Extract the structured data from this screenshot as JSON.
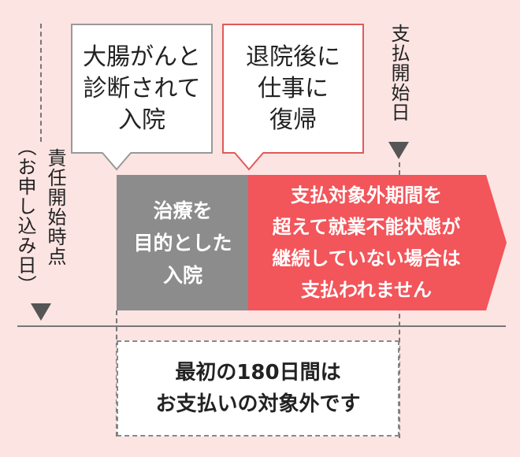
{
  "callouts": {
    "diagnosis": "大腸がんと\n診断されて\n入院",
    "return_to_work": "退院後に\n仕事に\n復帰"
  },
  "labels": {
    "payment_start": "支払開始日",
    "liability_start": "責任開始時点",
    "application_date": "（お申し込み日）"
  },
  "bars": {
    "treatment": "治療を\n目的とした\n入院",
    "not_paid": "支払対象外期間を\n超えて就業不能状態が\n継続していない場合は\n支払われません"
  },
  "note": "最初の180日間は\nお支払いの対象外です",
  "colors": {
    "background": "#fbe4e2",
    "gray_bar": "#8c8c8c",
    "red_bar": "#f2555a",
    "red_border": "#e05a5a",
    "gray_border": "#999999"
  }
}
